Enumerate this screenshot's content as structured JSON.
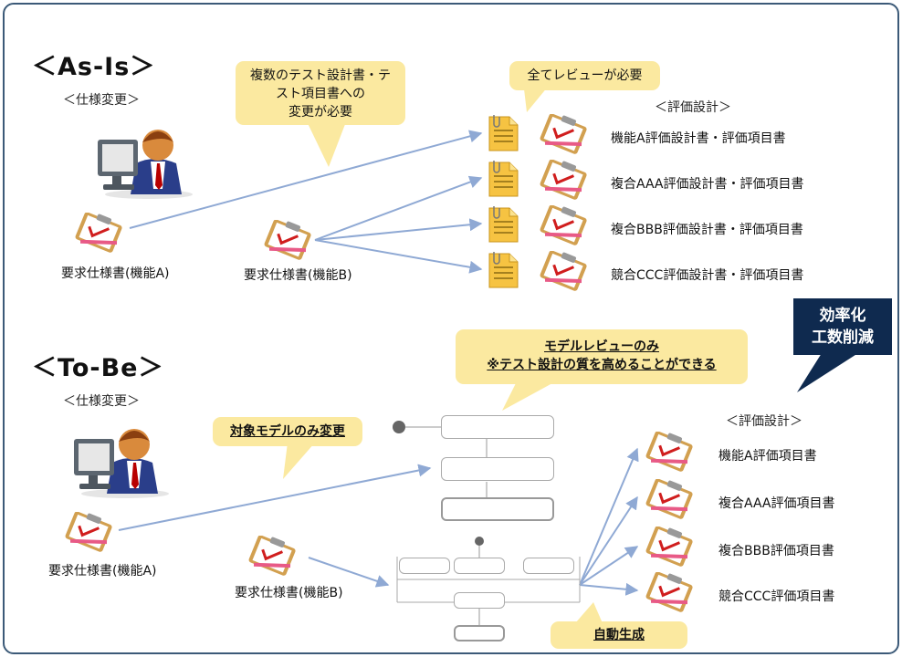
{
  "asis": {
    "title": "＜As-Is＞",
    "spec_change": "＜仕様変更＞",
    "eval_design": "＜評価設計＞",
    "callout_multi": [
      "複数のテスト設計書・テ",
      "スト項目書への",
      "変更が必要"
    ],
    "callout_review": "全てレビューが必要",
    "req_a": "要求仕様書(機能A)",
    "req_b": "要求仕様書(機能B)",
    "docs": [
      "機能A評価設計書・評価項目書",
      "複合AAA評価設計書・評価項目書",
      "複合BBB評価設計書・評価項目書",
      "競合CCC評価設計書・評価項目書"
    ]
  },
  "tobe": {
    "title": "＜To-Be＞",
    "spec_change": "＜仕様変更＞",
    "eval_design": "＜評価設計＞",
    "callout_model_only": [
      "モデルレビューのみ",
      "※テスト設計の質を高めることができる"
    ],
    "callout_target": "対象モデルのみ変更",
    "callout_auto": "自動生成",
    "efficiency": [
      "効率化",
      "工数削減"
    ],
    "req_a": "要求仕様書(機能A)",
    "req_b": "要求仕様書(機能B)",
    "docs": [
      "機能A評価項目書",
      "複合AAA評価項目書",
      "複合BBB評価項目書",
      "競合CCC評価項目書"
    ]
  },
  "colors": {
    "frame": "#3c5a78",
    "callout": "#fbe9a0",
    "navy": "#0f2a4f",
    "arrow": "#8fa9d4"
  },
  "icons": [
    "person-at-computer-icon",
    "clipboard-checklist-icon",
    "document-page-icon"
  ]
}
